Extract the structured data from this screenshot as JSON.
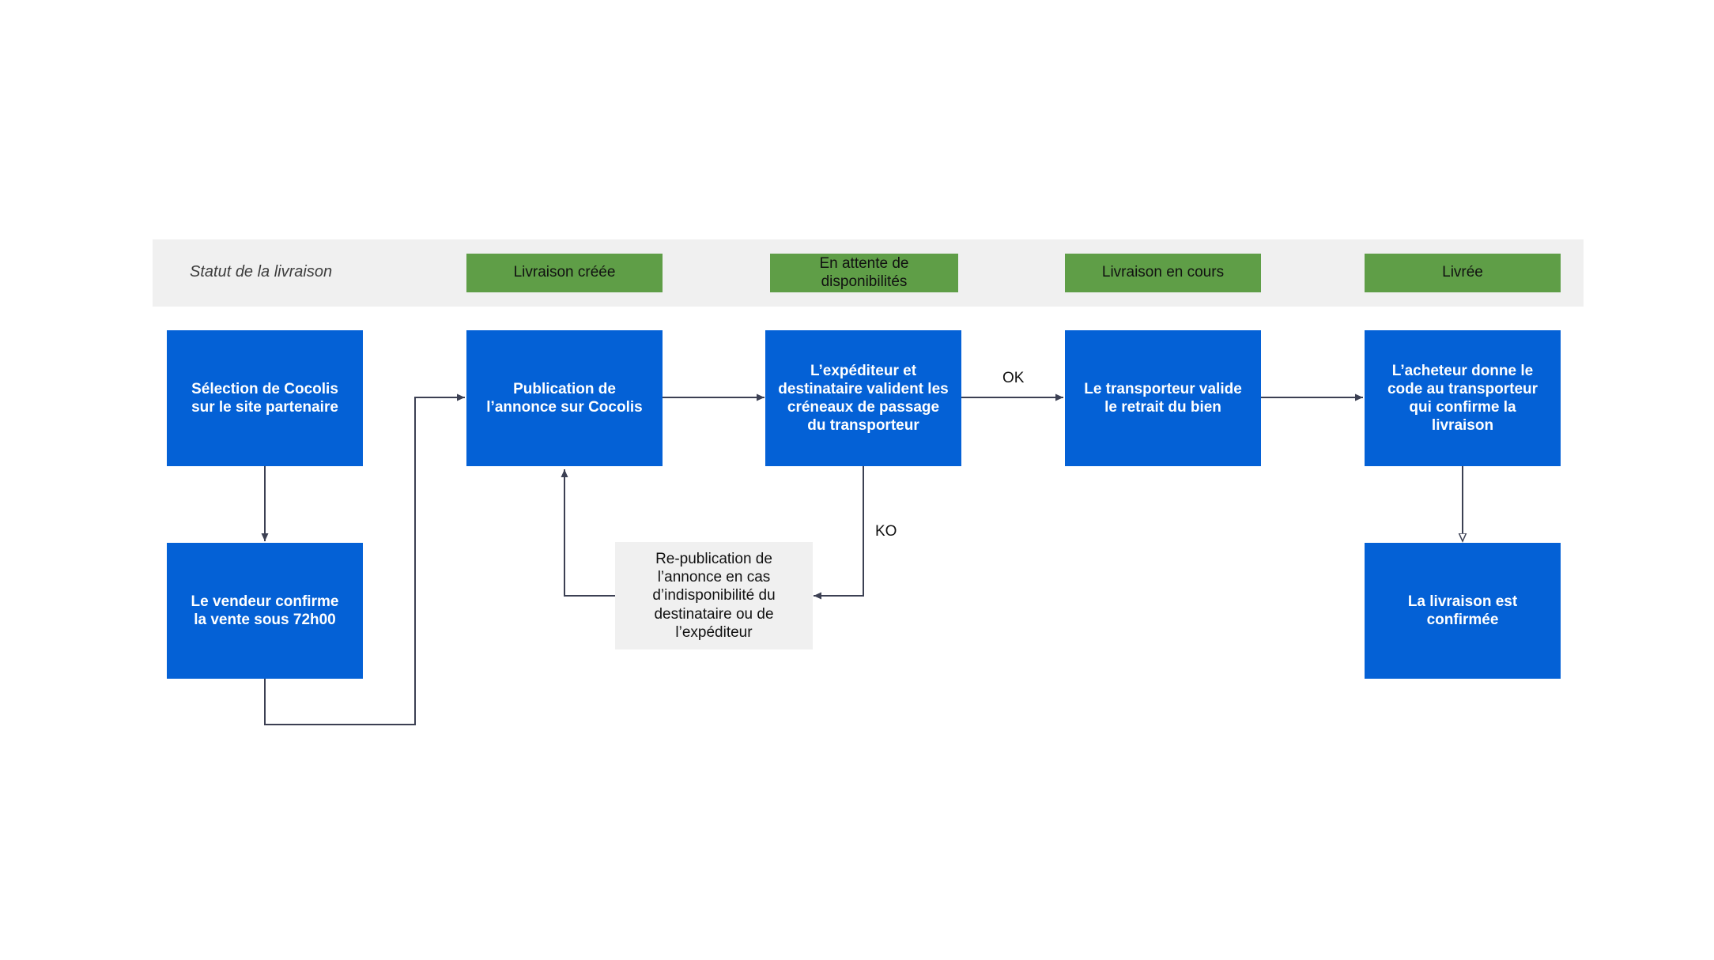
{
  "status": {
    "caption": "Statut de la livraison",
    "badges": {
      "created": "Livraison créée",
      "waiting": "En attente de disponibilités",
      "in_progress": "Livraison en cours",
      "delivered": "Livrée"
    }
  },
  "nodes": {
    "selection": "Sélection de Cocolis sur le site partenaire",
    "seller_confirms": "Le vendeur confirme la vente sous 72h00",
    "publication": "Publication de l’annonce sur Cocolis",
    "slots_validation": "L’expéditeur et destinataire valident les créneaux de passage du transporteur",
    "republication": "Re-publication de l’annonce en cas d’indisponibilité du destinataire ou de l’expéditeur",
    "pickup": "Le transporteur valide le retrait du bien",
    "code": "L’acheteur donne le code au transporteur qui confirme la livraison",
    "confirmed": "La livraison est confirmée"
  },
  "edges": {
    "ok_label": "OK",
    "ko_label": "KO"
  },
  "colors": {
    "blue": "#0461d6",
    "green": "#5f9e47",
    "grey": "#f0f0f0",
    "line": "#3c4053"
  }
}
